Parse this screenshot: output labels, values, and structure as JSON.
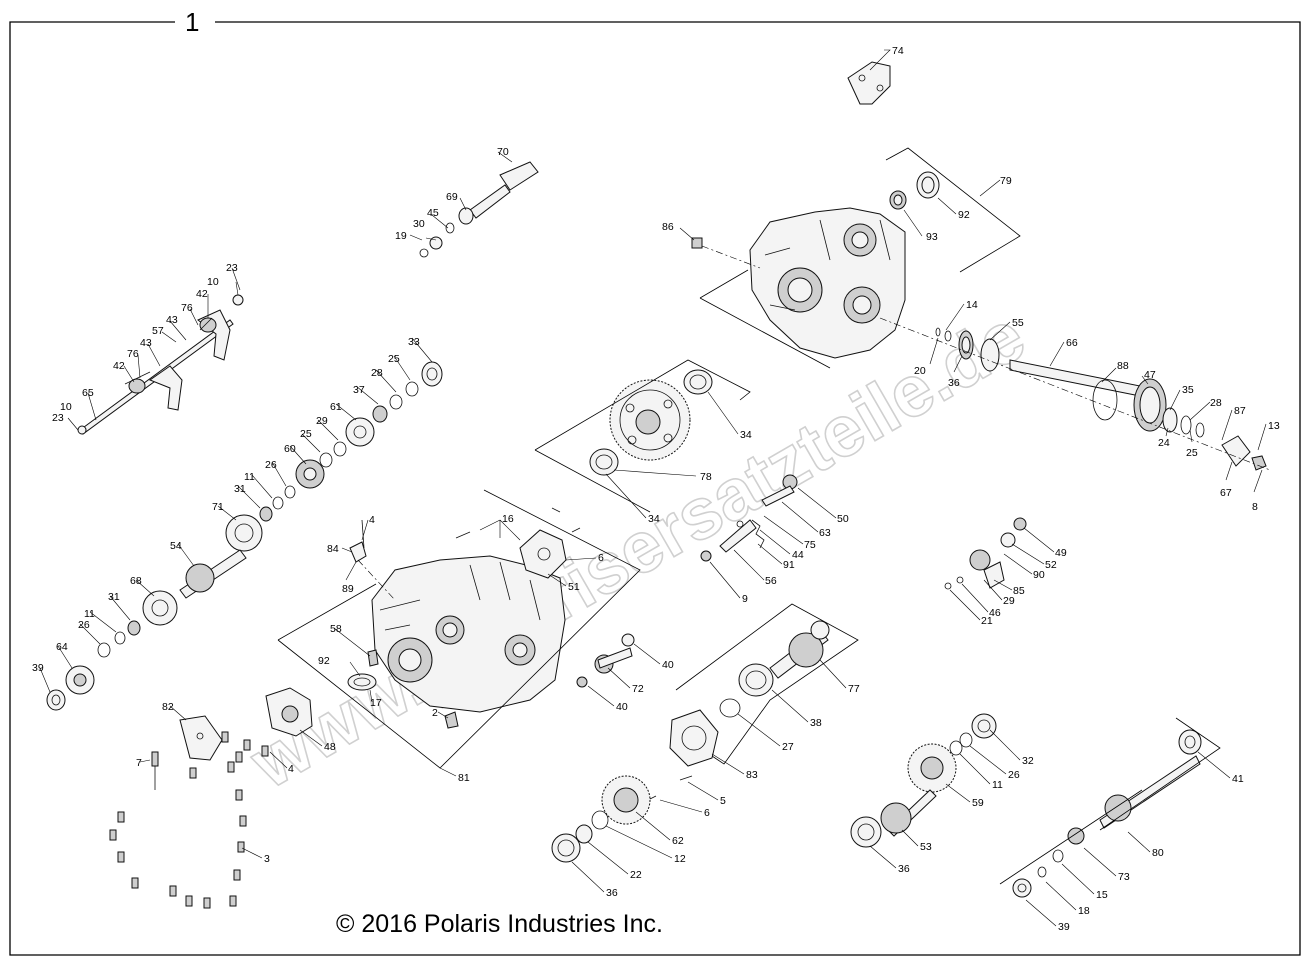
{
  "diagram": {
    "group_number": "1",
    "copyright": "© 2016 Polaris Industries Inc.",
    "watermark": "www.polarisersatzteile.de",
    "callouts": [
      {
        "id": "c74",
        "label": "74"
      },
      {
        "id": "c79",
        "label": "79"
      },
      {
        "id": "c92a",
        "label": "92"
      },
      {
        "id": "c93",
        "label": "93"
      },
      {
        "id": "c86",
        "label": "86"
      },
      {
        "id": "c70",
        "label": "70"
      },
      {
        "id": "c69",
        "label": "69"
      },
      {
        "id": "c45",
        "label": "45"
      },
      {
        "id": "c30",
        "label": "30"
      },
      {
        "id": "c19",
        "label": "19"
      },
      {
        "id": "c23a",
        "label": "23"
      },
      {
        "id": "c10",
        "label": "10"
      },
      {
        "id": "c42a",
        "label": "42"
      },
      {
        "id": "c76a",
        "label": "76"
      },
      {
        "id": "c43a",
        "label": "43"
      },
      {
        "id": "c57",
        "label": "57"
      },
      {
        "id": "c43b",
        "label": "43"
      },
      {
        "id": "c76b",
        "label": "76"
      },
      {
        "id": "c42b",
        "label": "42"
      },
      {
        "id": "c65",
        "label": "65"
      },
      {
        "id": "c10b",
        "label": "10"
      },
      {
        "id": "c23b",
        "label": "23"
      },
      {
        "id": "c14",
        "label": "14"
      },
      {
        "id": "c55",
        "label": "55"
      },
      {
        "id": "c66",
        "label": "66"
      },
      {
        "id": "c20",
        "label": "20"
      },
      {
        "id": "c36a",
        "label": "36"
      },
      {
        "id": "c88",
        "label": "88"
      },
      {
        "id": "c47",
        "label": "47"
      },
      {
        "id": "c35",
        "label": "35"
      },
      {
        "id": "c28a",
        "label": "28"
      },
      {
        "id": "c87",
        "label": "87"
      },
      {
        "id": "c13",
        "label": "13"
      },
      {
        "id": "c24a",
        "label": "24"
      },
      {
        "id": "c25a",
        "label": "25"
      },
      {
        "id": "c67",
        "label": "67"
      },
      {
        "id": "c8",
        "label": "8"
      },
      {
        "id": "c33",
        "label": "33"
      },
      {
        "id": "c25b",
        "label": "25"
      },
      {
        "id": "c28b",
        "label": "28"
      },
      {
        "id": "c37",
        "label": "37"
      },
      {
        "id": "c61",
        "label": "61"
      },
      {
        "id": "c29a",
        "label": "29"
      },
      {
        "id": "c25c",
        "label": "25"
      },
      {
        "id": "c60",
        "label": "60"
      },
      {
        "id": "c26a",
        "label": "26"
      },
      {
        "id": "c11a",
        "label": "11"
      },
      {
        "id": "c31a",
        "label": "31"
      },
      {
        "id": "c71",
        "label": "71"
      },
      {
        "id": "c54",
        "label": "54"
      },
      {
        "id": "c68",
        "label": "68"
      },
      {
        "id": "c31b",
        "label": "31"
      },
      {
        "id": "c11b",
        "label": "11"
      },
      {
        "id": "c26b",
        "label": "26"
      },
      {
        "id": "c64",
        "label": "64"
      },
      {
        "id": "c39a",
        "label": "39"
      },
      {
        "id": "c34a",
        "label": "34"
      },
      {
        "id": "c78",
        "label": "78"
      },
      {
        "id": "c34b",
        "label": "34"
      },
      {
        "id": "c16",
        "label": "16"
      },
      {
        "id": "c4a",
        "label": "4"
      },
      {
        "id": "c84",
        "label": "84"
      },
      {
        "id": "c89",
        "label": "89"
      },
      {
        "id": "c6a",
        "label": "6"
      },
      {
        "id": "c51",
        "label": "51"
      },
      {
        "id": "c58",
        "label": "58"
      },
      {
        "id": "c92b",
        "label": "92"
      },
      {
        "id": "c17",
        "label": "17"
      },
      {
        "id": "c2",
        "label": "2"
      },
      {
        "id": "c81",
        "label": "81"
      },
      {
        "id": "c82",
        "label": "82"
      },
      {
        "id": "c7",
        "label": "7"
      },
      {
        "id": "c48",
        "label": "48"
      },
      {
        "id": "c4b",
        "label": "4"
      },
      {
        "id": "c3",
        "label": "3"
      },
      {
        "id": "c50",
        "label": "50"
      },
      {
        "id": "c63",
        "label": "63"
      },
      {
        "id": "c75",
        "label": "75"
      },
      {
        "id": "c44",
        "label": "44"
      },
      {
        "id": "c91",
        "label": "91"
      },
      {
        "id": "c56",
        "label": "56"
      },
      {
        "id": "c9",
        "label": "9"
      },
      {
        "id": "c49",
        "label": "49"
      },
      {
        "id": "c52",
        "label": "52"
      },
      {
        "id": "c90",
        "label": "90"
      },
      {
        "id": "c85",
        "label": "85"
      },
      {
        "id": "c29b",
        "label": "29"
      },
      {
        "id": "c46",
        "label": "46"
      },
      {
        "id": "c21",
        "label": "21"
      },
      {
        "id": "c40a",
        "label": "40"
      },
      {
        "id": "c72",
        "label": "72"
      },
      {
        "id": "c40b",
        "label": "40"
      },
      {
        "id": "c77",
        "label": "77"
      },
      {
        "id": "c38",
        "label": "38"
      },
      {
        "id": "c27",
        "label": "27"
      },
      {
        "id": "c83",
        "label": "83"
      },
      {
        "id": "c5",
        "label": "5"
      },
      {
        "id": "c6b",
        "label": "6"
      },
      {
        "id": "c62",
        "label": "62"
      },
      {
        "id": "c12",
        "label": "12"
      },
      {
        "id": "c22",
        "label": "22"
      },
      {
        "id": "c36b",
        "label": "36"
      },
      {
        "id": "c32",
        "label": "32"
      },
      {
        "id": "c26c",
        "label": "26"
      },
      {
        "id": "c11c",
        "label": "11"
      },
      {
        "id": "c59",
        "label": "59"
      },
      {
        "id": "c53",
        "label": "53"
      },
      {
        "id": "c36c",
        "label": "36"
      },
      {
        "id": "c41",
        "label": "41"
      },
      {
        "id": "c80",
        "label": "80"
      },
      {
        "id": "c73",
        "label": "73"
      },
      {
        "id": "c15",
        "label": "15"
      },
      {
        "id": "c18",
        "label": "18"
      },
      {
        "id": "c39b",
        "label": "39"
      }
    ]
  }
}
